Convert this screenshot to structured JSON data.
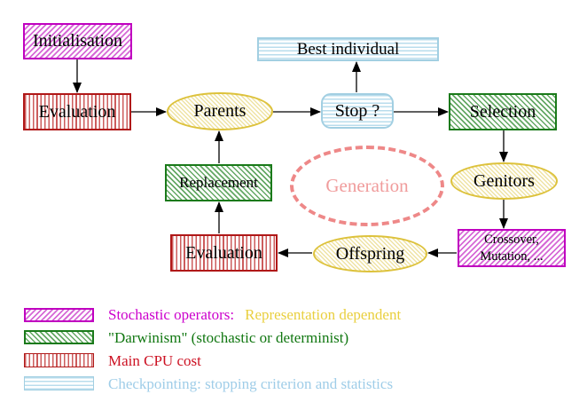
{
  "diagram": {
    "nodes": {
      "initialisation": "Initialisation",
      "evaluation_top": "Evaluation",
      "parents": "Parents",
      "best_individual": "Best individual",
      "stop": "Stop ?",
      "selection": "Selection",
      "replacement": "Replacement",
      "generation": "Generation",
      "genitors": "Genitors",
      "crossover_line1": "Crossover,",
      "crossover_line2": "Mutation, ...",
      "offspring": "Offspring",
      "evaluation_bottom": "Evaluation"
    },
    "legend": {
      "items": [
        {
          "swatch": "magenta-diagonal-hatch",
          "label": "Stochastic operators:",
          "label2": "Representation dependent",
          "label_color": "#cc00cc",
          "label2_color": "#e9cf3e"
        },
        {
          "swatch": "green-diagonal-hatch",
          "label": "\"Darwinism\" (stochastic or determinist)",
          "label_color": "#117711"
        },
        {
          "swatch": "red-vertical-stripes",
          "label": "Main CPU cost",
          "label_color": "#cc1122"
        },
        {
          "swatch": "cyan-horizontal-stripes",
          "label": "Checkpointing: stopping criterion and statistics",
          "label_color": "#9fcde8"
        }
      ]
    },
    "colors": {
      "magenta_border": "#c000c0",
      "green_border": "#1a7a1a",
      "red_border": "#b01818",
      "gold_border": "#ddc23c",
      "cyan_border": "#a2cfe2",
      "salmon_dashed": "#ee8888",
      "arrow": "#000000",
      "background": "#ffffff"
    }
  }
}
